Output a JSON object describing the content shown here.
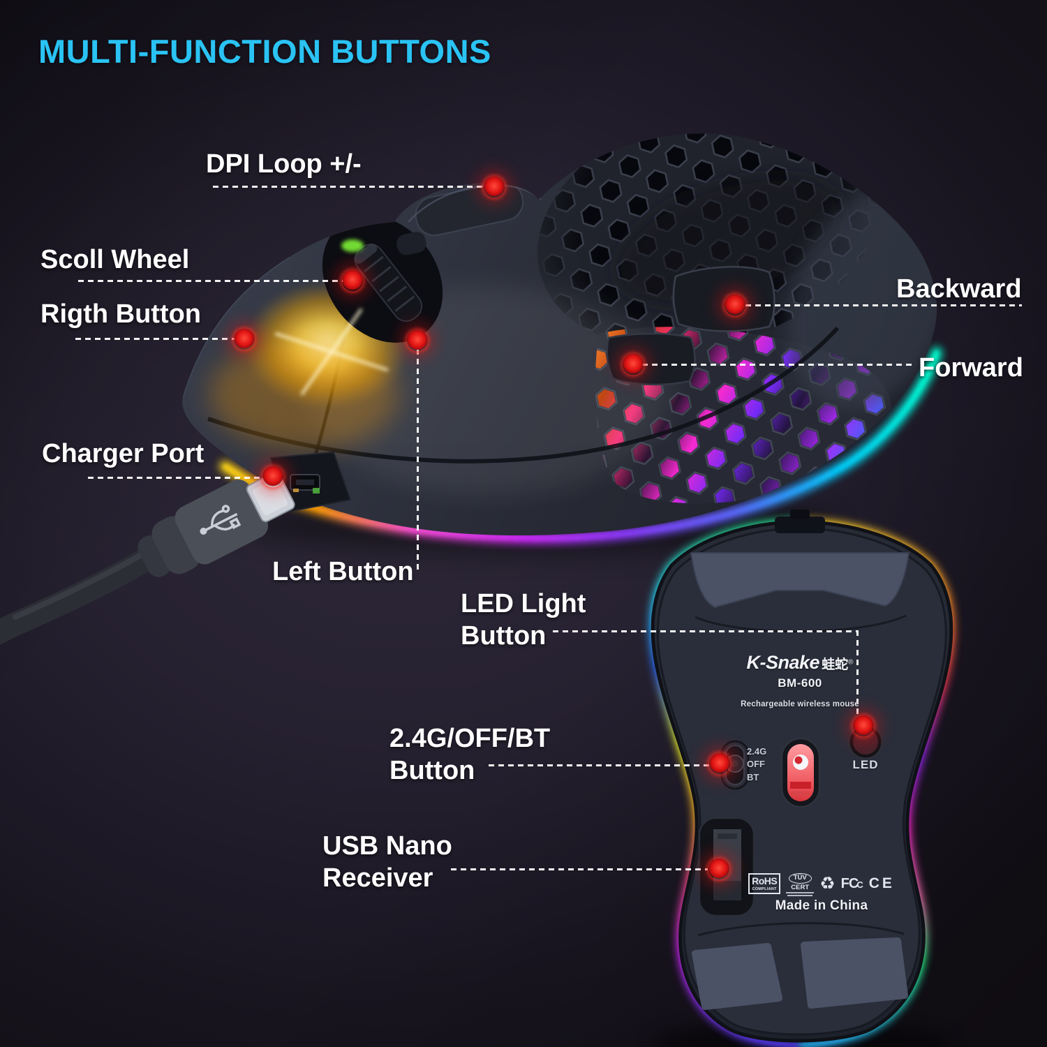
{
  "title": {
    "text": "MULTI-FUNCTION BUTTONS"
  },
  "colors": {
    "title_accent": "#2AC3F4",
    "callout_dot": "#E11414",
    "label_text": "#FFFFFF"
  },
  "callouts": {
    "dpi": {
      "label": "DPI Loop +/-"
    },
    "scroll_wheel": {
      "label": "Scoll Wheel"
    },
    "right_button": {
      "label": "Rigth Button"
    },
    "backward": {
      "label": "Backward"
    },
    "forward": {
      "label": "Forward"
    },
    "charger_port": {
      "label": "Charger Port"
    },
    "left_button": {
      "label": "Left Button"
    },
    "led_light": {
      "line1": "LED Light",
      "line2": "Button"
    },
    "mode_switch": {
      "line1": "2.4G/OFF/BT",
      "line2": "Button"
    },
    "usb_receiver": {
      "line1": "USB Nano",
      "line2": "Receiver"
    }
  },
  "bottom_mouse": {
    "brand": "K-Snake",
    "brand_cn": "蛙蛇",
    "trademark": "®",
    "model": "BM-600",
    "subtitle": "Rechargeable wireless mouse",
    "switch": {
      "options": [
        "2.4G",
        "OFF",
        "BT"
      ]
    },
    "led_label": "LED",
    "certs": {
      "rohs_line1": "RoHS",
      "rohs_line2": "COMPLIANT",
      "tuv_line1": "TÜV",
      "tuv_line2": "CERT",
      "recycle_icon": "♻",
      "fcc": "FC",
      "fcc_small": "C",
      "ce": "CE"
    },
    "made_in": "Made in China"
  }
}
